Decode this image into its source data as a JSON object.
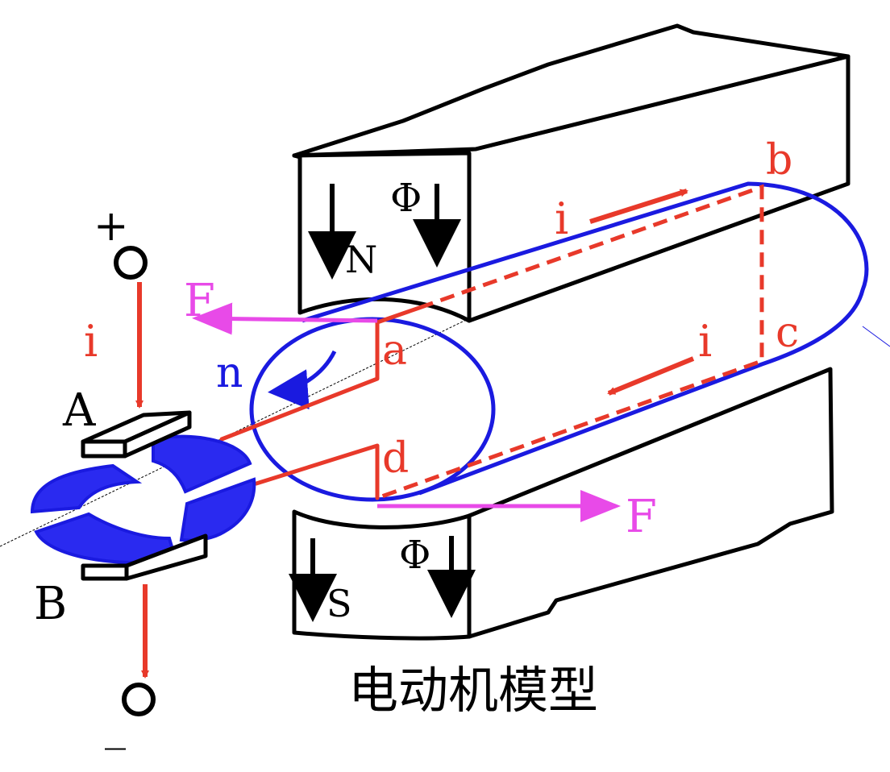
{
  "colors": {
    "current": "#e8392a",
    "rotor": "#1a1ae0",
    "force": "#e84ae8",
    "outline": "#000000"
  },
  "labels": {
    "plus": "+",
    "minus": "_",
    "current_in": "i",
    "current_top": "i",
    "current_bottom": "i",
    "brush_a": "A",
    "brush_b": "B",
    "force_left": "F",
    "force_right": "F",
    "rotation": "n",
    "point_a": "a",
    "point_b": "b",
    "point_c": "c",
    "point_d": "d",
    "pole_n": "N",
    "pole_s": "S",
    "flux_top": "Φ",
    "flux_bottom": "Φ",
    "caption": "电动机模型"
  }
}
